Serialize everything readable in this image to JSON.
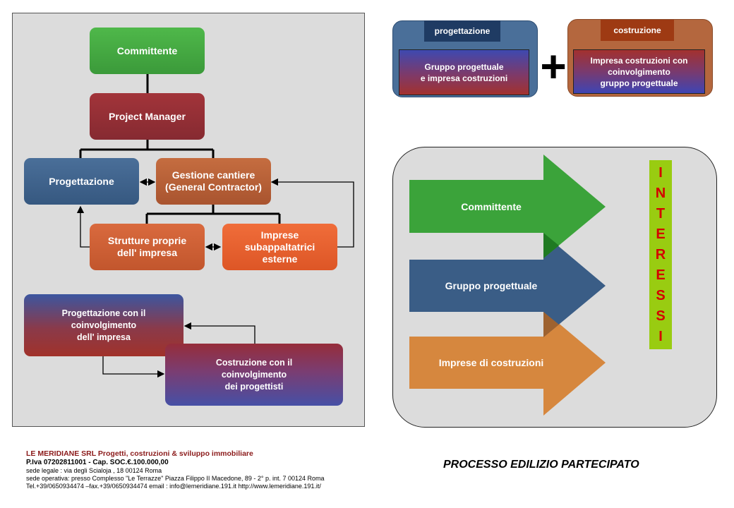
{
  "left_panel": {
    "committente": "Committente",
    "project_manager": "Project  Manager",
    "progettazione": "Progettazione",
    "gestione_cantiere": "Gestione cantiere\n(General Contractor)",
    "strutture_proprie": "Strutture proprie\ndell' impresa",
    "imprese_subappaltatrici": "Imprese\nsubappaltatrici\nesterne",
    "progettazione_coinvolgimento": "Progettazione con il\ncoinvolgimento\ndell' impresa",
    "costruzione_coinvolgimento": "Costruzione con il\ncoinvolgimento\ndei progettisti"
  },
  "top_cards": {
    "progettazione_tag": "progettazione",
    "progettazione_text": "Gruppo progettuale\ne impresa costruzioni",
    "plus": "+",
    "costruzione_tag": "costruzione",
    "costruzione_text": "Impresa costruzioni  con\ncoinvolgimento\ngruppo progettuale"
  },
  "arrows": {
    "committente": "Committente",
    "gruppo": "Gruppo progettuale",
    "imprese": "Imprese di costruzioni"
  },
  "interessi": [
    "I",
    "N",
    "T",
    "E",
    "R",
    "E",
    "S",
    "S",
    "I"
  ],
  "footer": {
    "line1": "LE MERIDIANE SRL Progetti, costruzioni & sviluppo immobiliare",
    "line2": "P.Iva 07202811001 - Cap. SOC.€.100.000,00",
    "line3": "sede legale : via  degli Scialoja , 18  00124  Roma",
    "line4": "sede operativa: presso Complesso \"Le Terrazze\" Piazza Filippo II Macedone, 89 - 2° p. int. 7  00124  Roma",
    "line5": "Tel.+39/0650934474  –fax.+39/0650934474   email : info@lemeridiane.191.it   http://www.lemeridiane.191.it/"
  },
  "title": "PROCESSO EDILIZIO PARTECIPATO",
  "colors": {
    "green": "#3b9a3a",
    "red": "#862a31",
    "blue": "#365880",
    "brown": "#a9542f",
    "orange": "#dd5626",
    "interessi_bg": "#99cc11",
    "interessi_text": "#d40000"
  }
}
